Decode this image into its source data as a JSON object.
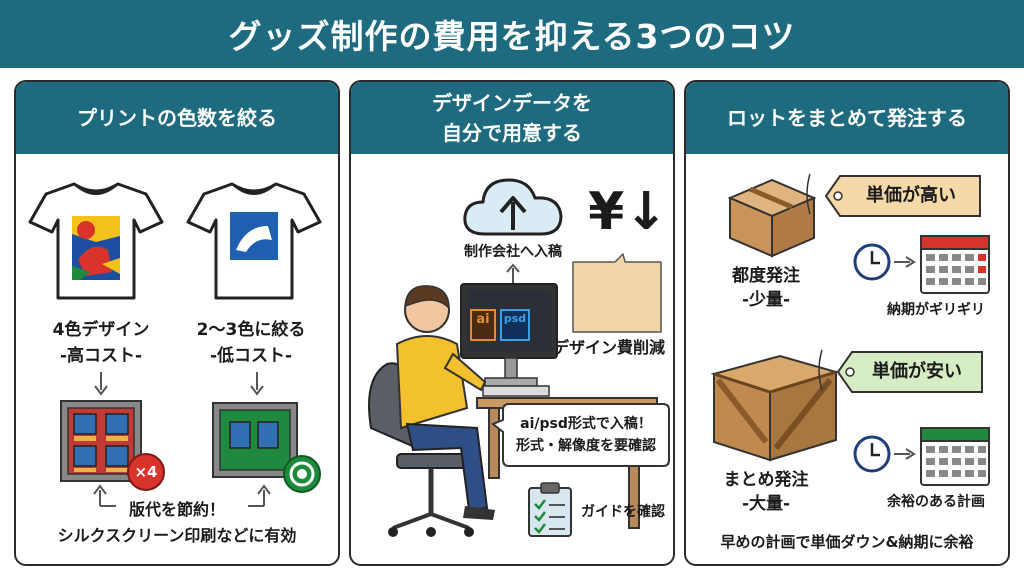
{
  "title": "グッズ制作の費用を抑える3つのコツ",
  "panel1": {
    "heading": "プリントの色数を絞る",
    "left_label_1": "4色デザイン",
    "left_label_2": "-高コスト-",
    "right_label_1": "2〜3色に絞る",
    "right_label_2": "-低コスト-",
    "badge": "×4",
    "footer_1": "版代を節約！",
    "footer_2": "シルクスクリーン印刷などに有効",
    "colors": {
      "red": "#d9332b",
      "yellow": "#f2c21b",
      "blue": "#1c4fa0",
      "green": "#1d8a3c"
    }
  },
  "panel2": {
    "heading_1": "デザインデータを",
    "heading_2": "自分で用意する",
    "upload_label": "制作会社へ入稿",
    "yen_symbol": "¥↓",
    "saving_label": "デザイン費削減",
    "monitor_icons": [
      "ai",
      "psd"
    ],
    "bubble_1": "ai/psd形式で入稿！",
    "bubble_2": "形式・解像度を要確認",
    "guide_label": "ガイドを確認"
  },
  "panel3": {
    "heading": "ロットをまとめて発注する",
    "tag_high": "単価が高い",
    "small_lot_1": "都度発注",
    "small_lot_2": "-少量-",
    "deadline_tight": "納期がギリギリ",
    "tag_low": "単価が安い",
    "large_lot_1": "まとめ発注",
    "large_lot_2": "-大量-",
    "deadline_loose": "余裕のある計画",
    "footer": "早めの計画で単価ダウン&納期に余裕",
    "colors": {
      "tag": "#f6d9a8",
      "tag_green": "#d6ecc4",
      "calendar_red": "#d9332b",
      "calendar_green": "#1d8a3c"
    }
  }
}
